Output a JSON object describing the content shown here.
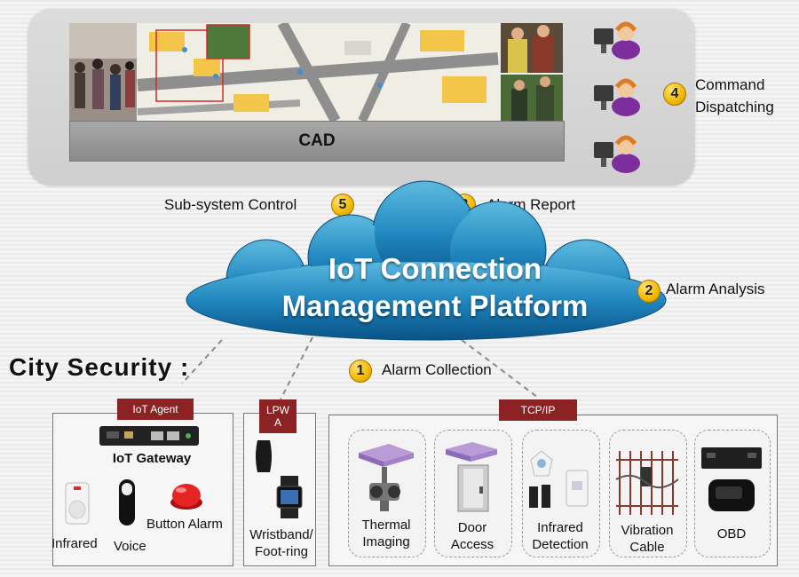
{
  "top": {
    "cad_label": "CAD",
    "command_dispatching": {
      "num": "4",
      "line1": "Command",
      "line2": "Dispatching"
    }
  },
  "steps": {
    "subsystem_control": {
      "num": "5",
      "label": "Sub-system Control"
    },
    "alarm_report": {
      "num": "3",
      "label": "Alarm Report"
    },
    "alarm_analysis": {
      "num": "2",
      "label": "Alarm Analysis"
    },
    "alarm_collection": {
      "num": "1",
      "label": "Alarm Collection"
    }
  },
  "platform": {
    "line1": "IoT Connection",
    "line2": "Management Platform"
  },
  "city_security": "City Security :",
  "groups": {
    "iot_agent": {
      "protocol": "IoT Agent",
      "gateway": "IoT Gateway",
      "devices": {
        "infrared": "Infrared",
        "voice": "Voice",
        "button_alarm": "Button Alarm"
      }
    },
    "lpwa": {
      "protocol_line1": "LPW",
      "protocol_line2": "A",
      "device_line1": "Wristband/",
      "device_line2": "Foot-ring"
    },
    "tcpip": {
      "protocol": "TCP/IP",
      "devices": [
        {
          "line1": "Thermal",
          "line2": "Imaging"
        },
        {
          "line1": "Door",
          "line2": "Access"
        },
        {
          "line1": "Infrared",
          "line2": "Detection"
        },
        {
          "line1": "Vibration",
          "line2": "Cable"
        },
        {
          "line1": "OBD",
          "line2": ""
        }
      ]
    }
  },
  "colors": {
    "cloud_top": "#3fa2d0",
    "cloud_bottom": "#0b5d93",
    "badge": "#f2b800",
    "protocol_bg": "#8b2325",
    "operator_purple": "#7e2d9c",
    "operator_orange": "#e27a1f"
  }
}
